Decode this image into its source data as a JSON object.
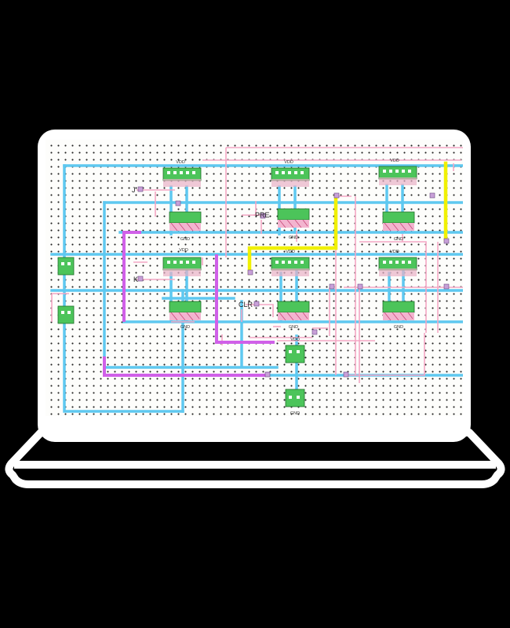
{
  "schematic": {
    "power_label": "VDD",
    "ground_label": "GND",
    "ports": {
      "clock": "J",
      "k_input": "K",
      "preset": "PRE",
      "clear": "CLR"
    }
  },
  "colors": {
    "background": "#000000",
    "frame": "#ffffff",
    "canvas": "#fdfdfb",
    "metal1": "#5ec8f0",
    "poly": "#f4a6c4",
    "metal2": "#d060e8",
    "metal3": "#f0f000",
    "diffusion": "#4cc45a"
  },
  "icons": [
    "laptop-icon"
  ]
}
